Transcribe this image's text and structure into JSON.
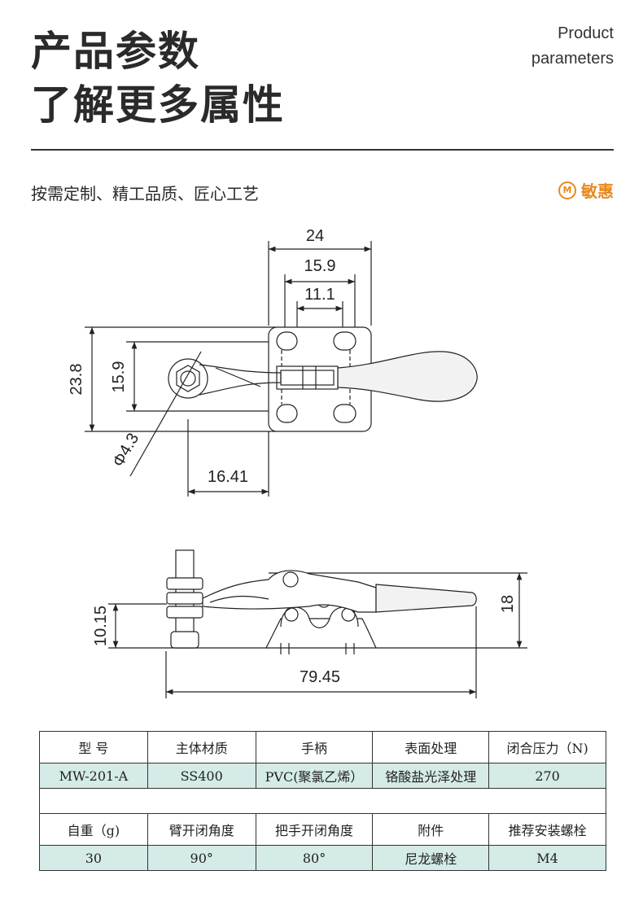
{
  "header": {
    "title_line1": "产品参数",
    "title_line2": "了解更多属性",
    "en_line1": "Product",
    "en_line2": "parameters",
    "subtitle": "按需定制、精工品质、匠心工艺",
    "brand_name": "敏惠",
    "brand_mark": "M",
    "brand_color": "#e8891c"
  },
  "drawing": {
    "dims": {
      "d24": "24",
      "d15_9_top": "15.9",
      "d11_1": "11.1",
      "d23_8": "23.8",
      "d15_9_left": "15.9",
      "d4_3": "Φ4.3",
      "d16_41": "16.41",
      "d10_15": "10.15",
      "d18": "18",
      "d79_45": "79.45"
    }
  },
  "table": {
    "row1_headers": [
      "型  号",
      "主体材质",
      "手柄",
      "表面处理",
      "闭合压力（N)"
    ],
    "row1_values": [
      "MW-201-A",
      "SS400",
      "PVC(聚氯乙烯）",
      "铬酸盐光泽处理",
      "270"
    ],
    "row2_headers": [
      "自重（g)",
      "臂开闭角度",
      "把手开闭角度",
      "附件",
      "推荐安装螺栓"
    ],
    "row2_values": [
      "30",
      "90°",
      "80°",
      "尼龙螺栓",
      "M4"
    ],
    "value_row_color": "#d4ebe8"
  }
}
